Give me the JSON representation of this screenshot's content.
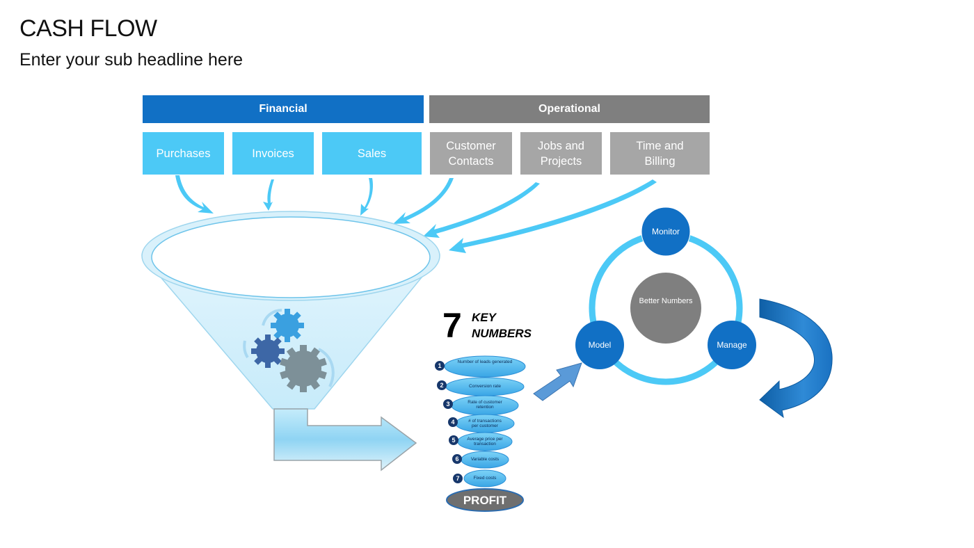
{
  "title": "CASH FLOW",
  "subtitle": "Enter your sub headline here",
  "headers": {
    "financial": "Financial",
    "operational": "Operational"
  },
  "sources": {
    "financial": [
      "Purchases",
      "Invoices",
      "Sales"
    ],
    "operational": [
      "Customer\nContacts",
      "Jobs and\nProjects",
      "Time and\nBilling"
    ]
  },
  "key_numbers": {
    "number": "7",
    "label": "KEY NUMBERS",
    "items": [
      {
        "n": "1",
        "text": "Number of leads generated"
      },
      {
        "n": "2",
        "text": "Conversion rate"
      },
      {
        "n": "3",
        "text": "Rate of customer retention"
      },
      {
        "n": "4",
        "text": "# of transactions per customer"
      },
      {
        "n": "5",
        "text": "Average price per transaction"
      },
      {
        "n": "6",
        "text": "Variable costs"
      },
      {
        "n": "7",
        "text": "Fixed costs"
      }
    ],
    "result": "PROFIT"
  },
  "cycle": {
    "center": "Better Numbers",
    "nodes": [
      "Monitor",
      "Manage",
      "Model"
    ]
  },
  "colors": {
    "financial_header": "#1170c5",
    "operational_header": "#7f7f7f",
    "financial_box": "#4cc9f6",
    "operational_box": "#a6a6a6",
    "arrow": "#4cc9f6",
    "node": "#1170c5",
    "center": "#7f7f7f"
  }
}
